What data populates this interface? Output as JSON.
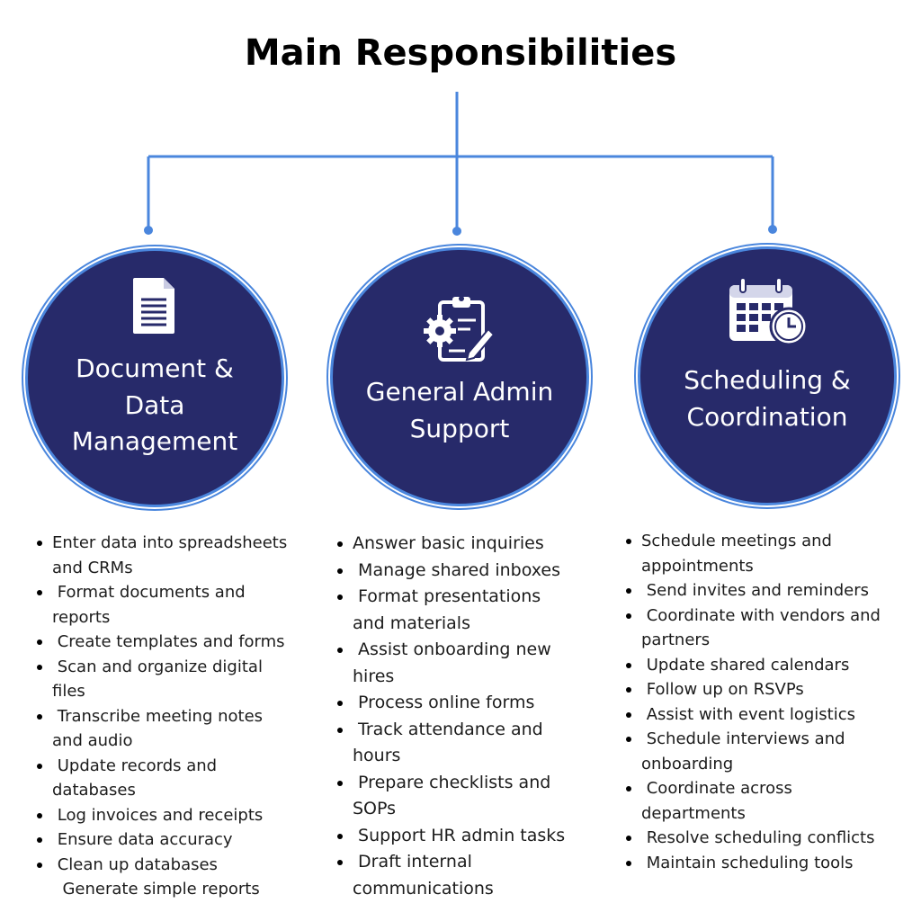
{
  "title": "Main Responsibilities",
  "colors": {
    "circle_fill": "#272a6a",
    "accent_blue": "#4a86dd",
    "text": "#1c1c1c"
  },
  "branches": [
    {
      "icon": "document-icon",
      "label_lines": [
        "Document &",
        "Data",
        "Management"
      ],
      "items": [
        "Enter data into spreadsheets\nand CRMs",
        " Format documents and\nreports",
        " Create templates and forms",
        " Scan and organize digital\nfiles",
        " Transcribe meeting notes\nand audio",
        " Update records and\ndatabases",
        " Log invoices and receipts",
        " Ensure data accuracy",
        " Clean up databases",
        "  Generate simple reports"
      ]
    },
    {
      "icon": "clipboard-gear-icon",
      "label_lines": [
        "General Admin",
        "Support"
      ],
      "items": [
        "Answer basic inquiries",
        " Manage shared inboxes",
        " Format presentations\nand materials",
        " Assist onboarding new\nhires",
        " Process online forms",
        " Track attendance and\nhours",
        " Prepare checklists and\nSOPs",
        " Support HR admin tasks",
        " Draft internal\ncommunications"
      ]
    },
    {
      "icon": "calendar-clock-icon",
      "label_lines": [
        "Scheduling &",
        "Coordination"
      ],
      "items": [
        "Schedule meetings and\nappointments",
        " Send invites and reminders",
        " Coordinate with vendors and\npartners",
        " Update shared calendars",
        " Follow up on RSVPs",
        " Assist with event logistics",
        " Schedule interviews and\nonboarding",
        " Coordinate across\ndepartments",
        " Resolve scheduling conflicts",
        " Maintain scheduling tools"
      ]
    }
  ]
}
